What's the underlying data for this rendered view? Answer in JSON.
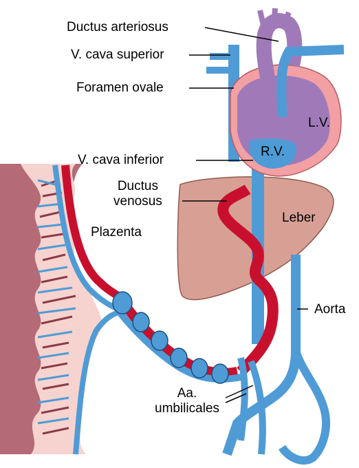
{
  "labels": {
    "ductus_arteriosus": "Ductus arteriosus",
    "v_cava_superior": "V. cava superior",
    "foramen_ovale": "Foramen ovale",
    "v_cava_inferior": "V. cava inferior",
    "ductus_venosus": "Ductus\nvenosus",
    "plazenta": "Plazenta",
    "leber": "Leber",
    "lv": "L.V.",
    "rv": "R.V.",
    "aorta": "Aorta",
    "aa_umbilicales": "Aa.\numbilicales"
  },
  "colors": {
    "vein_blue": "#4f9bd6",
    "artery_red": "#c8102e",
    "heart_purple": "#a07ab8",
    "heart_pink": "#f2a0a4",
    "liver": "#d8a095",
    "placenta_dark": "#b56a78",
    "placenta_light": "#f7d3cf"
  }
}
